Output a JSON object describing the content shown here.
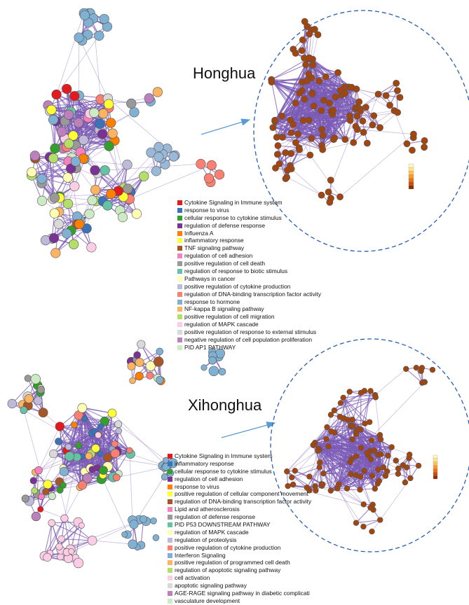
{
  "panels": [
    {
      "id": "honghua",
      "title": "Honghua",
      "legend": [
        {
          "label": "Cytokine Signaling in Immune system",
          "color": "#e31a1c"
        },
        {
          "label": "response to virus",
          "color": "#3b73b9"
        },
        {
          "label": "cellular response to cytokine stimulus",
          "color": "#33a02c"
        },
        {
          "label": "regulation of defense response",
          "color": "#7b3294"
        },
        {
          "label": "Influenza A",
          "color": "#ff7f00"
        },
        {
          "label": "inflammatory response",
          "color": "#ffff33"
        },
        {
          "label": "TNF signaling pathway",
          "color": "#a65628"
        },
        {
          "label": "regulation of cell adhesion",
          "color": "#f781bf"
        },
        {
          "label": "positive regulation of cell death",
          "color": "#999999"
        },
        {
          "label": "regulation of response to biotic stimulus",
          "color": "#66c2a5"
        },
        {
          "label": "Pathways in cancer",
          "color": "#ffffb3"
        },
        {
          "label": "positive regulation of cytokine production",
          "color": "#bebada"
        },
        {
          "label": "regulation of DNA-binding transcription factor activity",
          "color": "#fb8072"
        },
        {
          "label": "response to hormone",
          "color": "#80b1d3"
        },
        {
          "label": "NF-kappa B signaling pathway",
          "color": "#fdb462"
        },
        {
          "label": "positive regulation of cell migration",
          "color": "#b3de69"
        },
        {
          "label": "regulation of MAPK cascade",
          "color": "#fccde5"
        },
        {
          "label": "positive regulation of response to external stimulus",
          "color": "#d9d9d9"
        },
        {
          "label": "negative regulation of cell population proliferation",
          "color": "#bc80bd"
        },
        {
          "label": "PID AP1 PATHWAY",
          "color": "#ccebc5"
        }
      ]
    },
    {
      "id": "xihonghua",
      "title": "Xihonghua",
      "legend": [
        {
          "label": "Cytokine Signaling in Immune system",
          "color": "#e31a1c"
        },
        {
          "label": "inflammatory response",
          "color": "#3b73b9"
        },
        {
          "label": "cellular response to cytokine stimulus",
          "color": "#33a02c"
        },
        {
          "label": "regulation of cell adhesion",
          "color": "#7b3294"
        },
        {
          "label": "response to virus",
          "color": "#ff7f00"
        },
        {
          "label": "positive regulation of cellular component movement",
          "color": "#ffff33"
        },
        {
          "label": "regulation of DNA-binding transcription factor activity",
          "color": "#a65628"
        },
        {
          "label": "Lipid and atherosclerosis",
          "color": "#f781bf"
        },
        {
          "label": "regulation of defense response",
          "color": "#999999"
        },
        {
          "label": "PID P53 DOWNSTREAM PATHWAY",
          "color": "#66c2a5"
        },
        {
          "label": "regulation of MAPK cascade",
          "color": "#ffffb3"
        },
        {
          "label": "regulation of proteolysis",
          "color": "#bebada"
        },
        {
          "label": "positive regulation of cytokine production",
          "color": "#fb8072"
        },
        {
          "label": "Interferon Signaling",
          "color": "#80b1d3"
        },
        {
          "label": "positive regulation of programmed cell death",
          "color": "#fdb462"
        },
        {
          "label": "regulation of apoptotic signaling pathway",
          "color": "#b3de69"
        },
        {
          "label": "cell activation",
          "color": "#fccde5"
        },
        {
          "label": "apoptotic signaling pathway",
          "color": "#d9d9d9"
        },
        {
          "label": "AGE-RAGE signaling pathway in diabetic complicati",
          "color": "#bc80bd"
        },
        {
          "label": "vasculature development",
          "color": "#ccebc5"
        }
      ]
    }
  ],
  "colors": {
    "edge": "#7b5bb5",
    "zoom_circle": "#2a5db0",
    "arrow": "#5b9bd5",
    "enriched_node": "#a0460e",
    "node_stroke": "#555555"
  },
  "scale_colors": [
    "#fff7bc",
    "#fee391",
    "#fec44f",
    "#fe9929",
    "#ec7014",
    "#cc4c02",
    "#8c2d04"
  ]
}
